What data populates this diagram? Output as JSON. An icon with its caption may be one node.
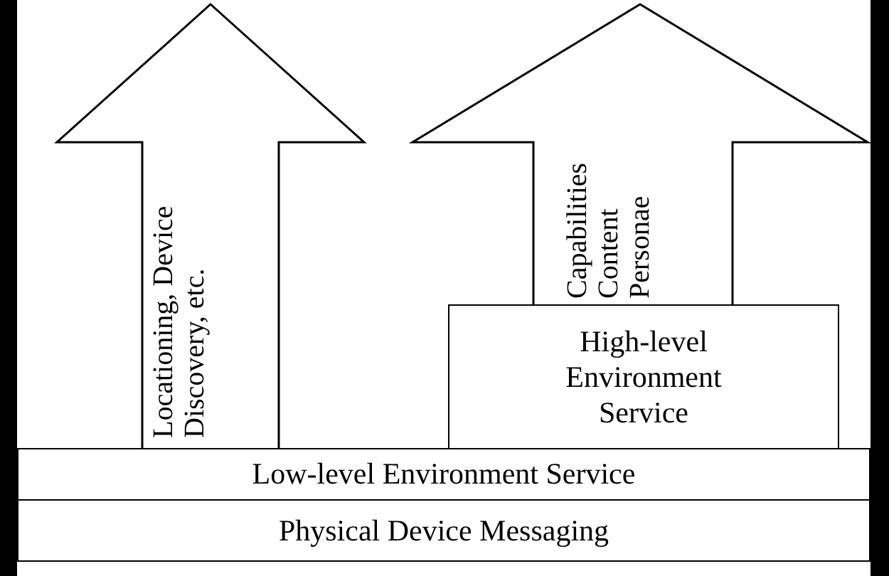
{
  "diagram": {
    "nodes": [
      {
        "text": [
          "Locationing, Device Discovery, etc."
        ]
      },
      {
        "text": [
          "Capabilities Content Personae"
        ]
      },
      {
        "text": [
          "High-level Environment Service"
        ]
      },
      {
        "text": [
          "Low-level Environment Service"
        ]
      },
      {
        "text": [
          "Physical Device Messaging"
        ]
      }
    ]
  }
}
